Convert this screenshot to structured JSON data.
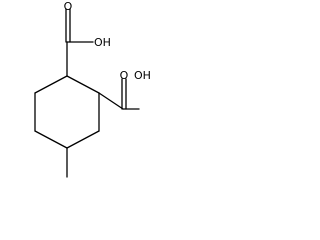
{
  "molecule": {
    "labels": {
      "upper_carboxyl_oh": "OH",
      "lower_carboxyl_oh": "OH",
      "upper_carboxyl_o": "O",
      "lower_carboxyl_o": "O"
    },
    "colors": {
      "bond": "#000000",
      "background": "#ffffff"
    }
  }
}
